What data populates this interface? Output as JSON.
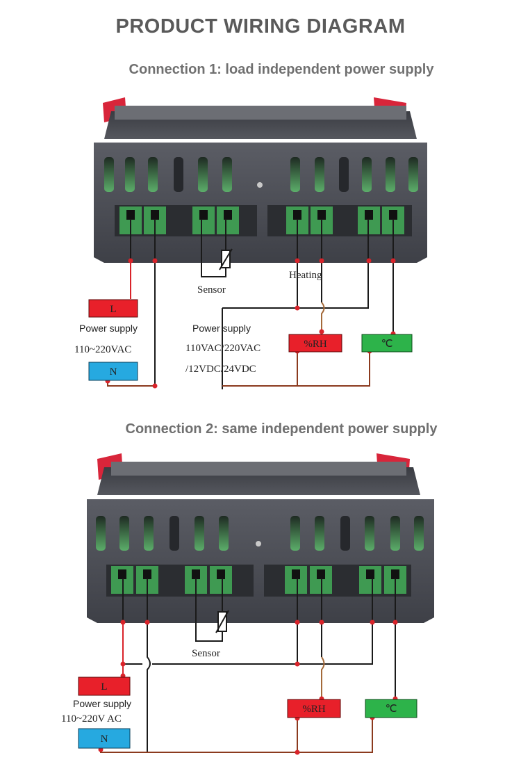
{
  "title": "PRODUCT WIRING DIAGRAM",
  "connection1": {
    "heading": "Connection 1: load independent power supply",
    "sensor_label": "Sensor",
    "heating_label": "Heating",
    "power_label": "Power supply",
    "power_voltage": "110~220VAC",
    "load_power_label": "Power supply",
    "load_voltage_line1": "110VAC/220VAC",
    "load_voltage_line2": "/12VDC/24VDC",
    "terminal_L": "L",
    "terminal_N": "N",
    "humidity_box": "%RH",
    "temp_box": "℃"
  },
  "connection2": {
    "heading": "Connection 2: same independent power supply",
    "sensor_label": "Sensor",
    "power_label": "Power supply",
    "power_voltage": "110~220V AC",
    "terminal_L": "L",
    "terminal_N": "N",
    "humidity_box": "%RH",
    "temp_box": "℃"
  },
  "colors": {
    "L_box": "#e8202a",
    "N_box": "#26a9e0",
    "RH_box": "#e8202a",
    "temp_box": "#2db34a",
    "wire_red": "#d9232a",
    "wire_brown": "#8b3a1e",
    "wire_black": "#1a1a1a",
    "device_body": "#4d4f57",
    "terminal_green": "#3f9a52"
  }
}
